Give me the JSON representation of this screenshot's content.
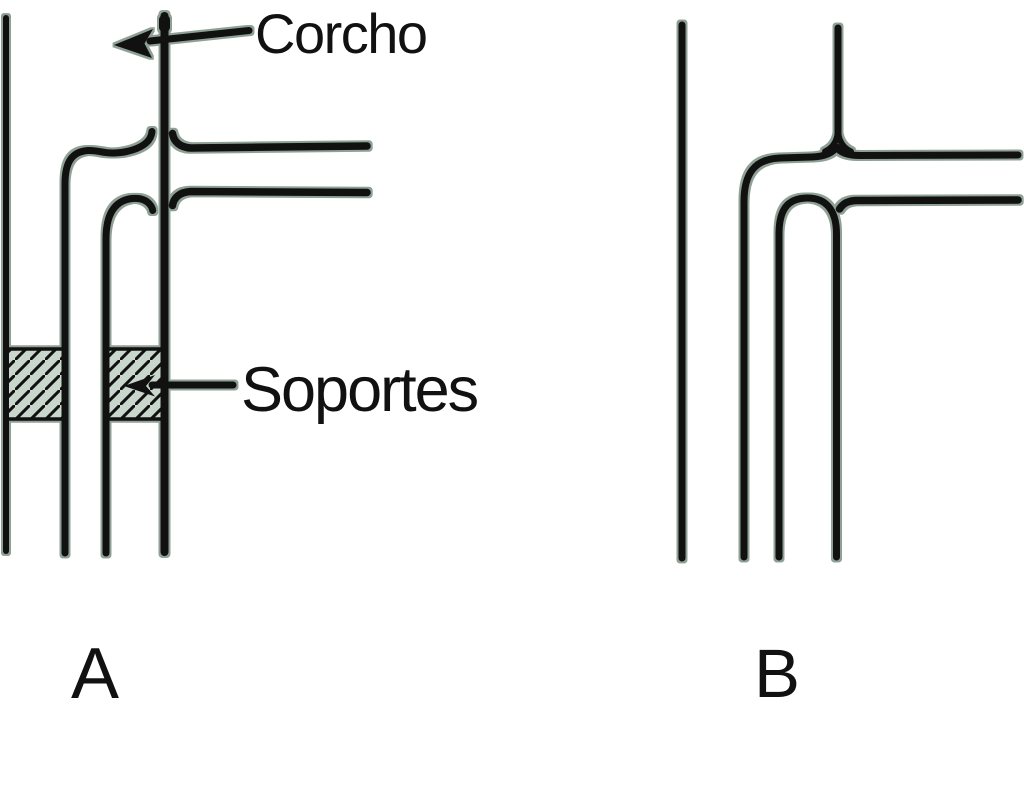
{
  "figure": {
    "background_color": "#ffffff",
    "ink_color": "#111111",
    "halo_color": "#8fa095",
    "cork_fill_color": "#c9d6cb",
    "panel_a": {
      "label": "A",
      "annotations": {
        "cork_label": "Corcho",
        "supports_label": "Soportes"
      }
    },
    "panel_b": {
      "label": "B"
    }
  }
}
